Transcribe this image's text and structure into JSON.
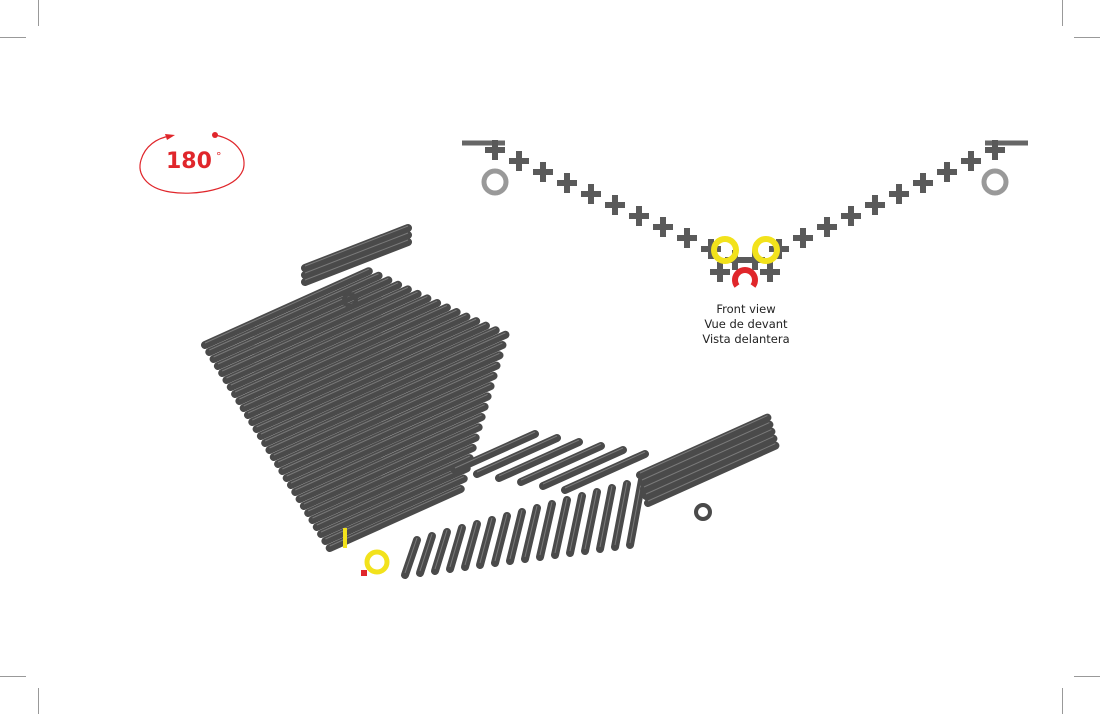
{
  "rotation": {
    "label": "180",
    "degree_symbol": "°",
    "color": "#e0262b"
  },
  "front_view_captions": [
    "Front view",
    "Vue de devant",
    "Vista delantera"
  ],
  "colors": {
    "rod": "#4a4a4a",
    "rod_highlight": "#7a7a7a",
    "connector": "#777777",
    "yellow_ring": "#f2e21c",
    "red_clip": "#e0262b"
  }
}
